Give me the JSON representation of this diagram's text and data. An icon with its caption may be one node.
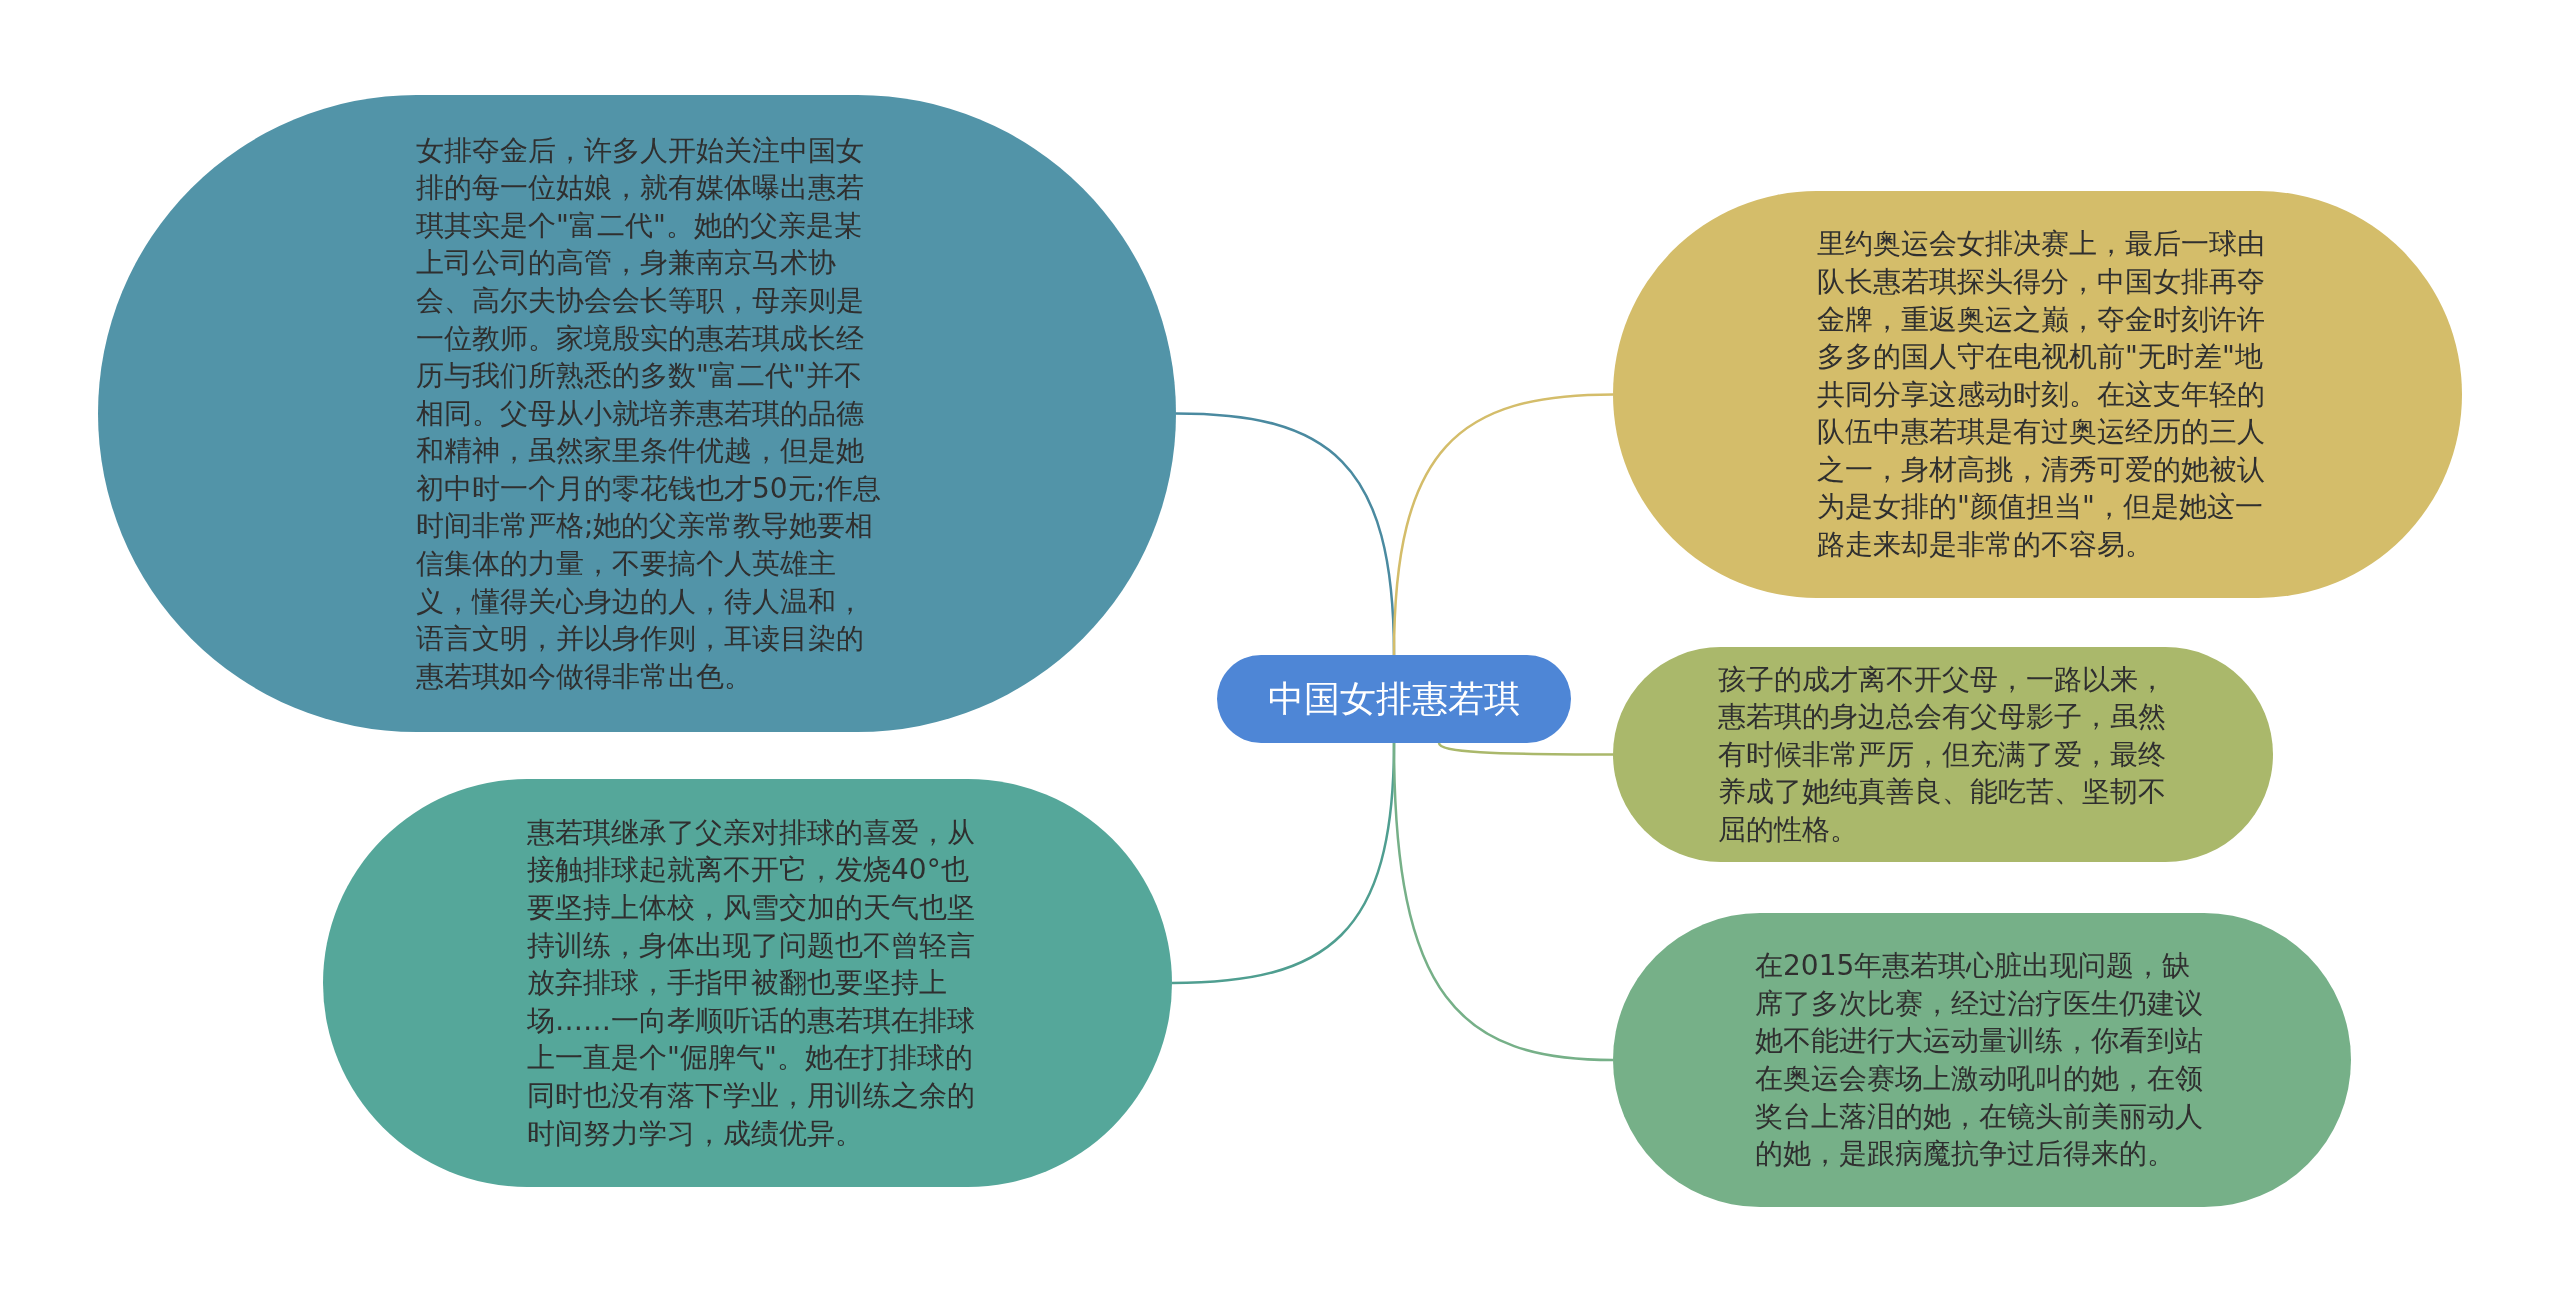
{
  "diagram": {
    "nodes": [
      {
        "text": [
          "中国女排惠若琪"
        ]
      },
      {
        "text": [
          "女排夺金后，许多人开始关注中国女排的每一位姑娘，就有媒体曝出惠若琪其实是个\"富二代\"。她的父亲是某上司公司的高管，身兼南京马术协会、高尔夫协会会长等职，母亲则是一位教师。家境殷实的惠若琪成长经历与我们所熟悉的多数\"富二代\"并不相同。父母从小就培养惠若琪的品德和精神，虽然家里条件优越，但是她初中时一个月的零花钱也才50元;作息时间非常严格;她的父亲常教导她要相信集体的力量，不要搞个人英雄主义，懂得关心身边的人，待人温和，语言文明，并以身作则，耳读目染的惠若琪如今做得非常出色。"
        ]
      },
      {
        "text": [
          "惠若琪继承了父亲对排球的喜爱，从接触排球起就离不开它，发烧40°也要坚持上体校，风雪交加的天气也坚持训练，身体出现了问题也不曾轻言放弃排球，手指甲被翻也要坚持上场……一向孝顺听话的惠若琪在排球上一直是个\"倔脾气\"。她在打排球的同时也没有落下学业，用训练之余的时间努力学习，成绩优异。"
        ]
      },
      {
        "text": [
          "里约奥运会女排决赛上，最后一球由队长惠若琪探头得分，中国女排再夺金牌，重返奥运之巅，夺金时刻许许多多的国人守在电视机前\"无时差\"地共同分享这感动时刻。在这支年轻的队伍中惠若琪是有过奥运经历的三人之一，身材高挑，清秀可爱的她被认为是女排的\"颜值担当\"，但是她这一路走来却是非常的不容易。"
        ]
      },
      {
        "text": [
          "孩子的成才离不开父母，一路以来，惠若琪的身边总会有父母影子，虽然有时候非常严厉，但充满了爱，最终养成了她纯真善良、能吃苦、坚韧不屈的性格。"
        ]
      },
      {
        "text": [
          "在2015年惠若琪心脏出现问题，缺席了多次比赛，经过治疗医生仍建议她不能进行大运动量训练，你看到站在奥运会赛场上激动吼叫的她，在领奖台上落泪的她，在镜头前美丽动人的她，是跟病魔抗争过后得来的。"
        ]
      }
    ],
    "edges": [
      {
        "from": 0,
        "to": 1,
        "arrow": "none",
        "color": "#4a8aa0"
      },
      {
        "from": 0,
        "to": 2,
        "arrow": "none",
        "color": "#4f9e90"
      },
      {
        "from": 0,
        "to": 3,
        "arrow": "none",
        "color": "#d4bd6a"
      },
      {
        "from": 0,
        "to": 4,
        "arrow": "none",
        "color": "#aab86b"
      },
      {
        "from": 0,
        "to": 5,
        "arrow": "none",
        "color": "#76b088"
      }
    ]
  }
}
